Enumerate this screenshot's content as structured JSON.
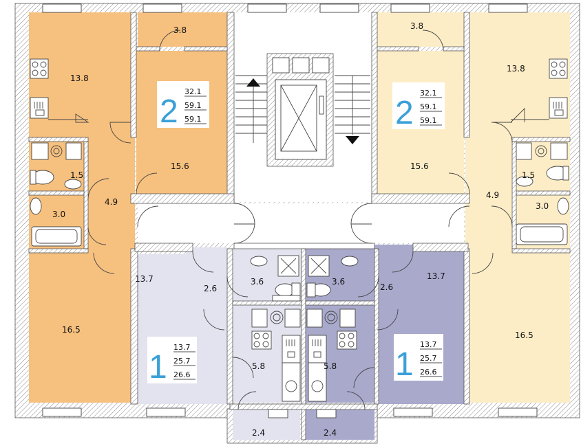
{
  "colors": {
    "apt2_left": "#f6c07e",
    "apt2_right": "#fdedc7",
    "apt1_left": "#e3e3ef",
    "apt1_right": "#a9a9cc",
    "badge_number": "#3aa0d8",
    "hall": "#ffffff"
  },
  "apartments": [
    {
      "id": "apt-2-left",
      "rooms": "2",
      "areas": [
        "32.1",
        "59.1",
        "59.1"
      ]
    },
    {
      "id": "apt-2-right",
      "rooms": "2",
      "areas": [
        "32.1",
        "59.1",
        "59.1"
      ]
    },
    {
      "id": "apt-1-left",
      "rooms": "1",
      "areas": [
        "13.7",
        "25.7",
        "26.6"
      ]
    },
    {
      "id": "apt-1-right",
      "rooms": "1",
      "areas": [
        "13.7",
        "25.7",
        "26.6"
      ]
    }
  ],
  "room_labels": {
    "l_kitchen": "13.8",
    "l_balcony": "3.8",
    "l_room_a": "15.6",
    "l_wc": "1.5",
    "l_hall": "4.9",
    "l_bath": "3.0",
    "l_room_b": "16.5",
    "r_balcony": "3.8",
    "r_kitchen": "13.8",
    "r_room_a": "15.6",
    "r_wc": "1.5",
    "r_hall": "4.9",
    "r_bath": "3.0",
    "r_room_b": "16.5",
    "c1_room": "13.7",
    "c1_hall": "2.6",
    "c1_bath": "3.6",
    "c1_kitchen": "5.8",
    "c1_balcony": "2.4",
    "c2_room": "13.7",
    "c2_hall": "2.6",
    "c2_bath": "3.6",
    "c2_kitchen": "5.8",
    "c2_balcony": "2.4"
  },
  "icons": {
    "stairs_up": "arrow-up-icon",
    "stairs_down": "arrow-down-icon",
    "elevator": "elevator-icon"
  }
}
